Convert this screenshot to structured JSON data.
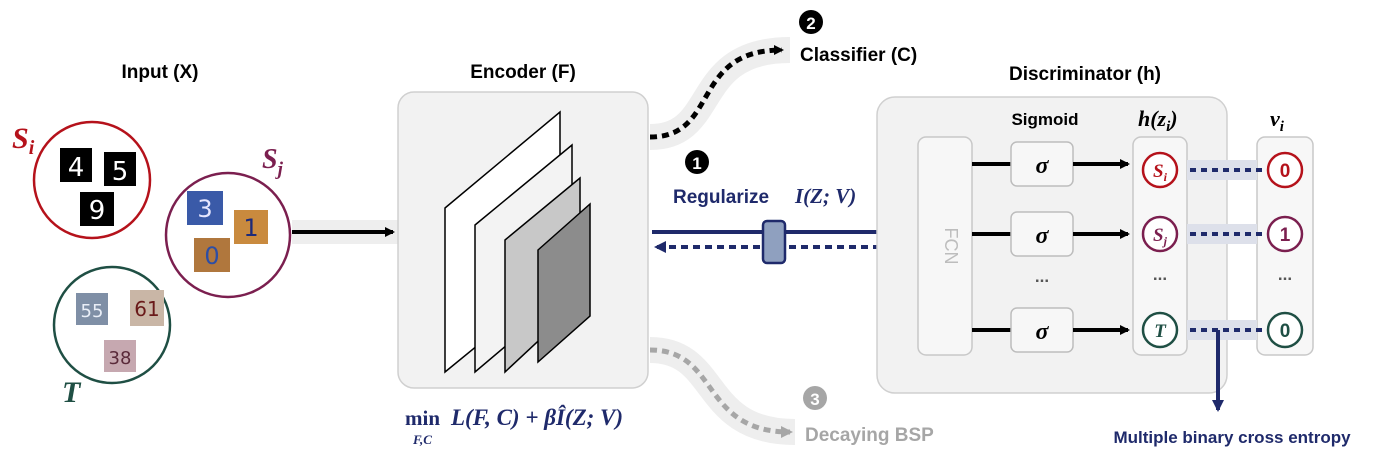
{
  "input": {
    "title": "Input (X)",
    "domain_si": "S",
    "domain_si_sub": "i",
    "domain_sj": "S",
    "domain_sj_sub": "j",
    "domain_t": "T",
    "digits_si": [
      "4",
      "5",
      "9"
    ],
    "digits_sj": [
      "3",
      "1",
      "0"
    ],
    "digits_t": [
      "55",
      "61",
      "38"
    ]
  },
  "encoder": {
    "title": "Encoder (F)",
    "objective_min": "min",
    "objective_sub": "F,C",
    "objective_expr": "L(F, C) + βÎ(Z; V)"
  },
  "classifier": {
    "step": "2",
    "title": "Classifier (C)"
  },
  "regularize": {
    "step": "1",
    "label": "Regularize",
    "expr": "I(Z; V)"
  },
  "bsp": {
    "step": "3",
    "title": "Decaying BSP"
  },
  "discriminator": {
    "title": "Discriminator (h)",
    "fcn_label": "FCN",
    "sigmoid_label": "Sigmoid",
    "sigma": "σ",
    "ellipsis": "...",
    "h_label": "h(z",
    "h_sub": "i",
    "h_close": ")",
    "v_label": "v",
    "v_sub": "i",
    "outputs": [
      {
        "main": "S",
        "sub": "i"
      },
      {
        "main": "S",
        "sub": "j"
      },
      {
        "main": "T",
        "sub": ""
      }
    ],
    "targets": [
      "0",
      "1",
      "0"
    ],
    "loss_label": "Multiple binary cross entropy"
  },
  "colors": {
    "si": "#b5121b",
    "sj": "#7b1f4f",
    "t": "#1f4f44",
    "navy": "#1f2a6b",
    "gray_text": "#a6a6a6",
    "panel": "#f2f2f2"
  }
}
